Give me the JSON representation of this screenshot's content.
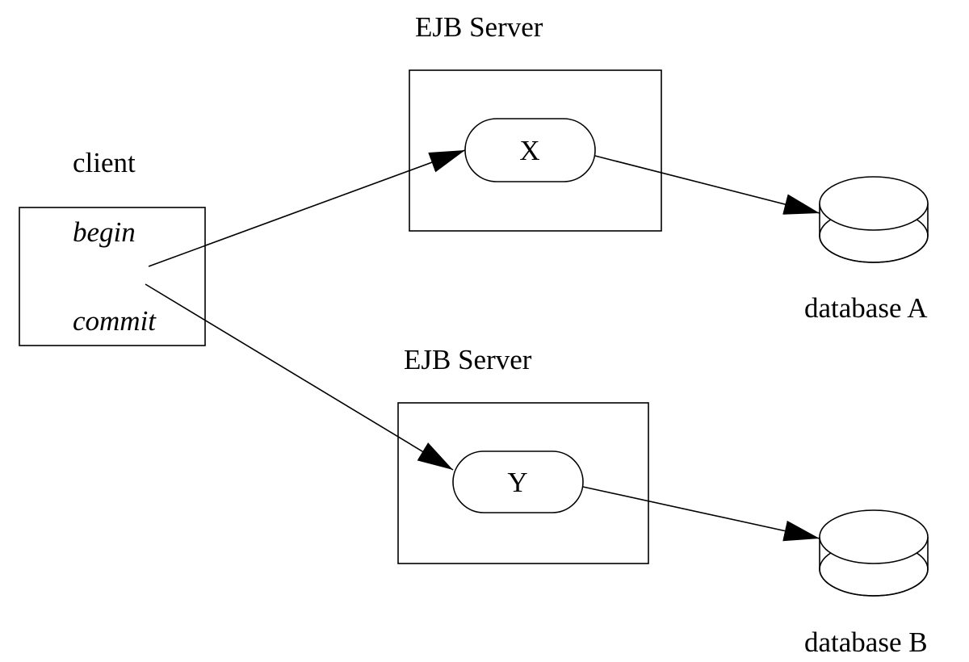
{
  "client": {
    "label": "client",
    "begin": "begin",
    "commit": "commit"
  },
  "servers": [
    {
      "label": "EJB Server",
      "bean": "X",
      "database": "database A"
    },
    {
      "label": "EJB Server",
      "bean": "Y",
      "database": "database B"
    }
  ],
  "colors": {
    "stroke": "#000000",
    "background": "#ffffff"
  }
}
